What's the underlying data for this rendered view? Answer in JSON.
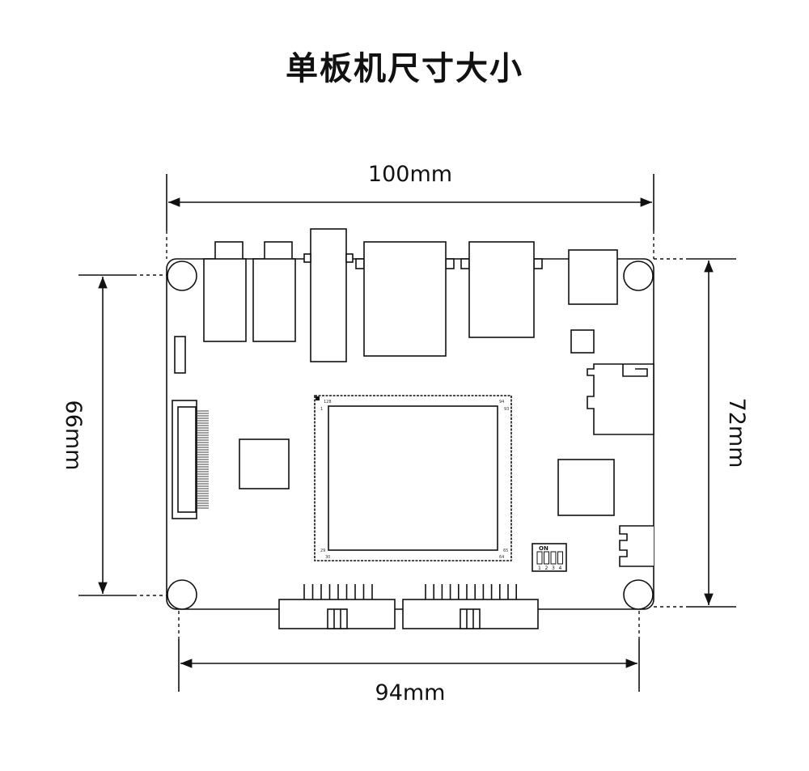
{
  "title": "单板机尺寸大小",
  "dimensions": {
    "width_top": "100mm",
    "height_left": "66mm",
    "height_right": "72mm",
    "width_bottom": "94mm"
  },
  "module_pins": {
    "tl_top": "128",
    "tl_side": "1",
    "tr_top": "94",
    "tr_side": "93",
    "bl_side": "29",
    "bl_bottom": "30",
    "br_side": "65",
    "br_bottom": "64"
  },
  "dip_switch": {
    "label": "ON",
    "numbers": [
      "1",
      "2",
      "3",
      "4"
    ]
  }
}
